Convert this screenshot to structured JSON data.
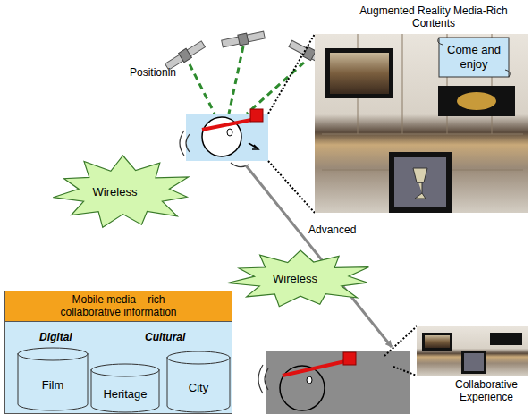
{
  "diagram": {
    "nodes": [
      {
        "text": [
          "Come and enjoy"
        ]
      },
      {
        "text": [
          "Wireless"
        ]
      },
      {
        "text": [
          "Wireless"
        ]
      },
      {
        "text": [
          "Mobile media – rich collaborative information",
          "Digital",
          "Cultural"
        ]
      },
      {
        "text": [
          "Film"
        ],
        "in": 3
      },
      {
        "text": [
          "Heritage"
        ],
        "in": 3
      },
      {
        "text": [
          "City"
        ],
        "in": 3
      }
    ],
    "labels": [
      "Augmented Reality Media-Rich Contents",
      "Positionin",
      "Advanced",
      "Collaborative Experience"
    ]
  }
}
